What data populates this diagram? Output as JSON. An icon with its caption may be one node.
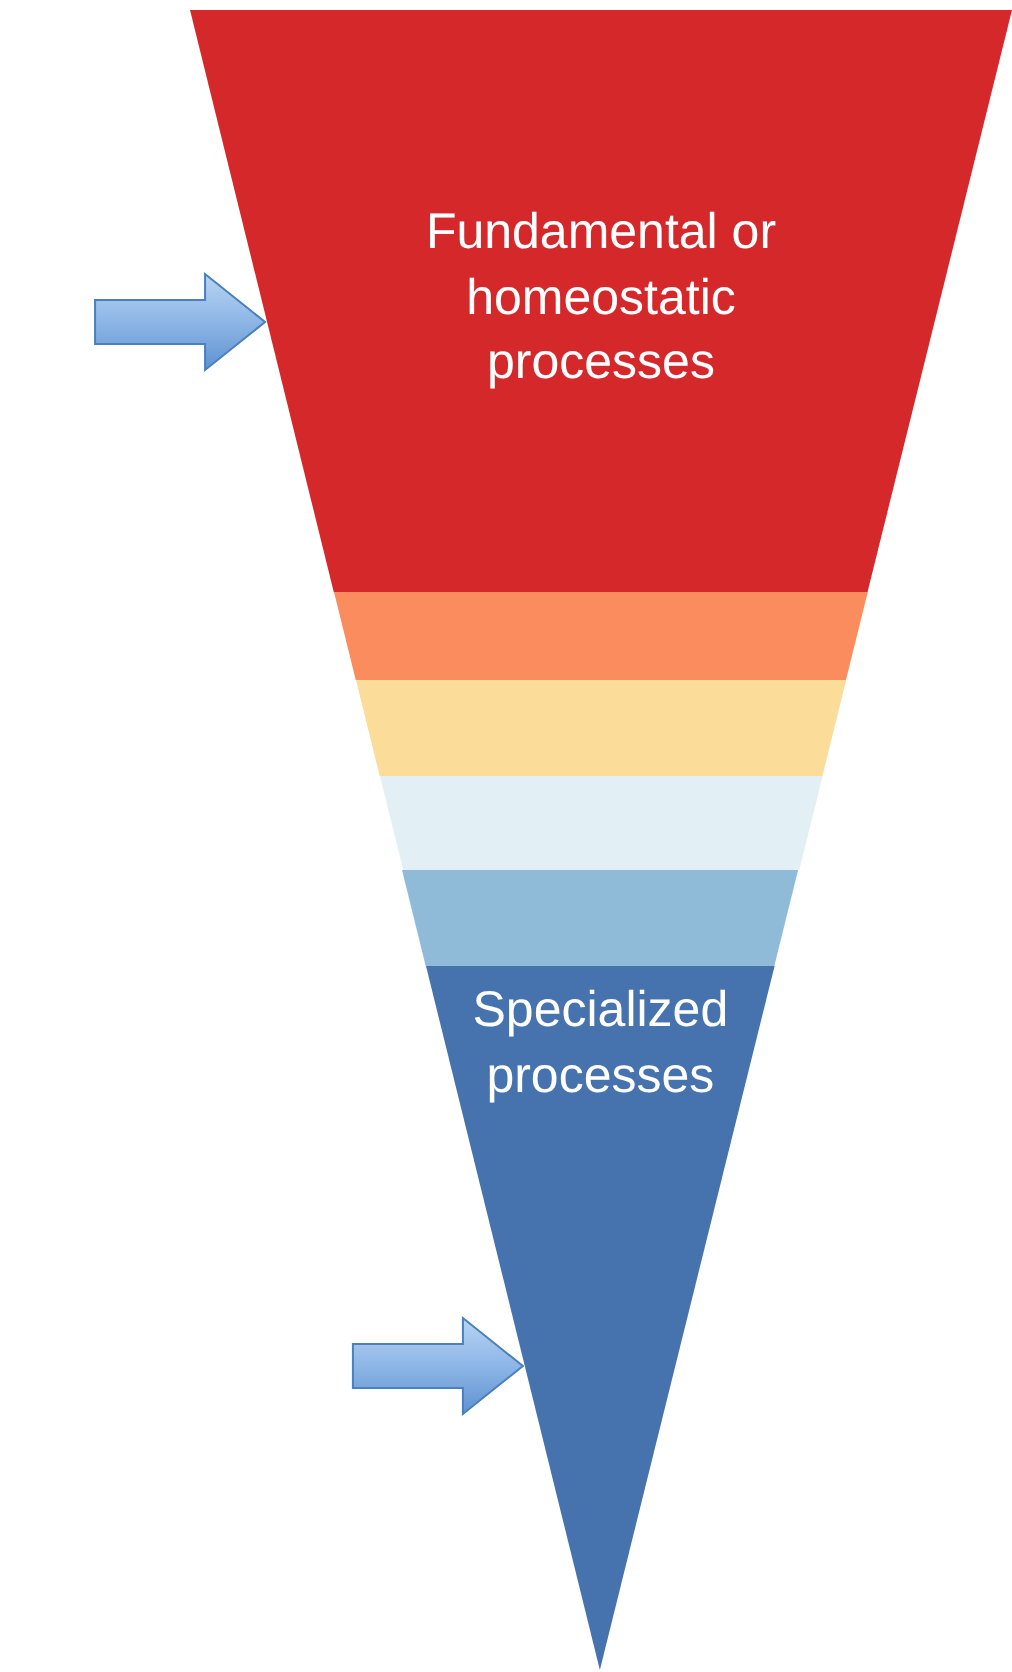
{
  "diagram": {
    "nodes": [
      {
        "text": [
          "Fundamental or homeostatic processes"
        ]
      },
      {
        "text": [],
        "shape": "bar"
      },
      {
        "text": [],
        "shape": "bar"
      },
      {
        "text": [],
        "shape": "bar"
      },
      {
        "text": [],
        "shape": "bar"
      },
      {
        "text": [
          "Specialized processes"
        ]
      }
    ],
    "edges": [
      {
        "from": null,
        "to": 0,
        "arrow": "to"
      },
      {
        "from": null,
        "to": 5,
        "arrow": "to"
      }
    ]
  }
}
